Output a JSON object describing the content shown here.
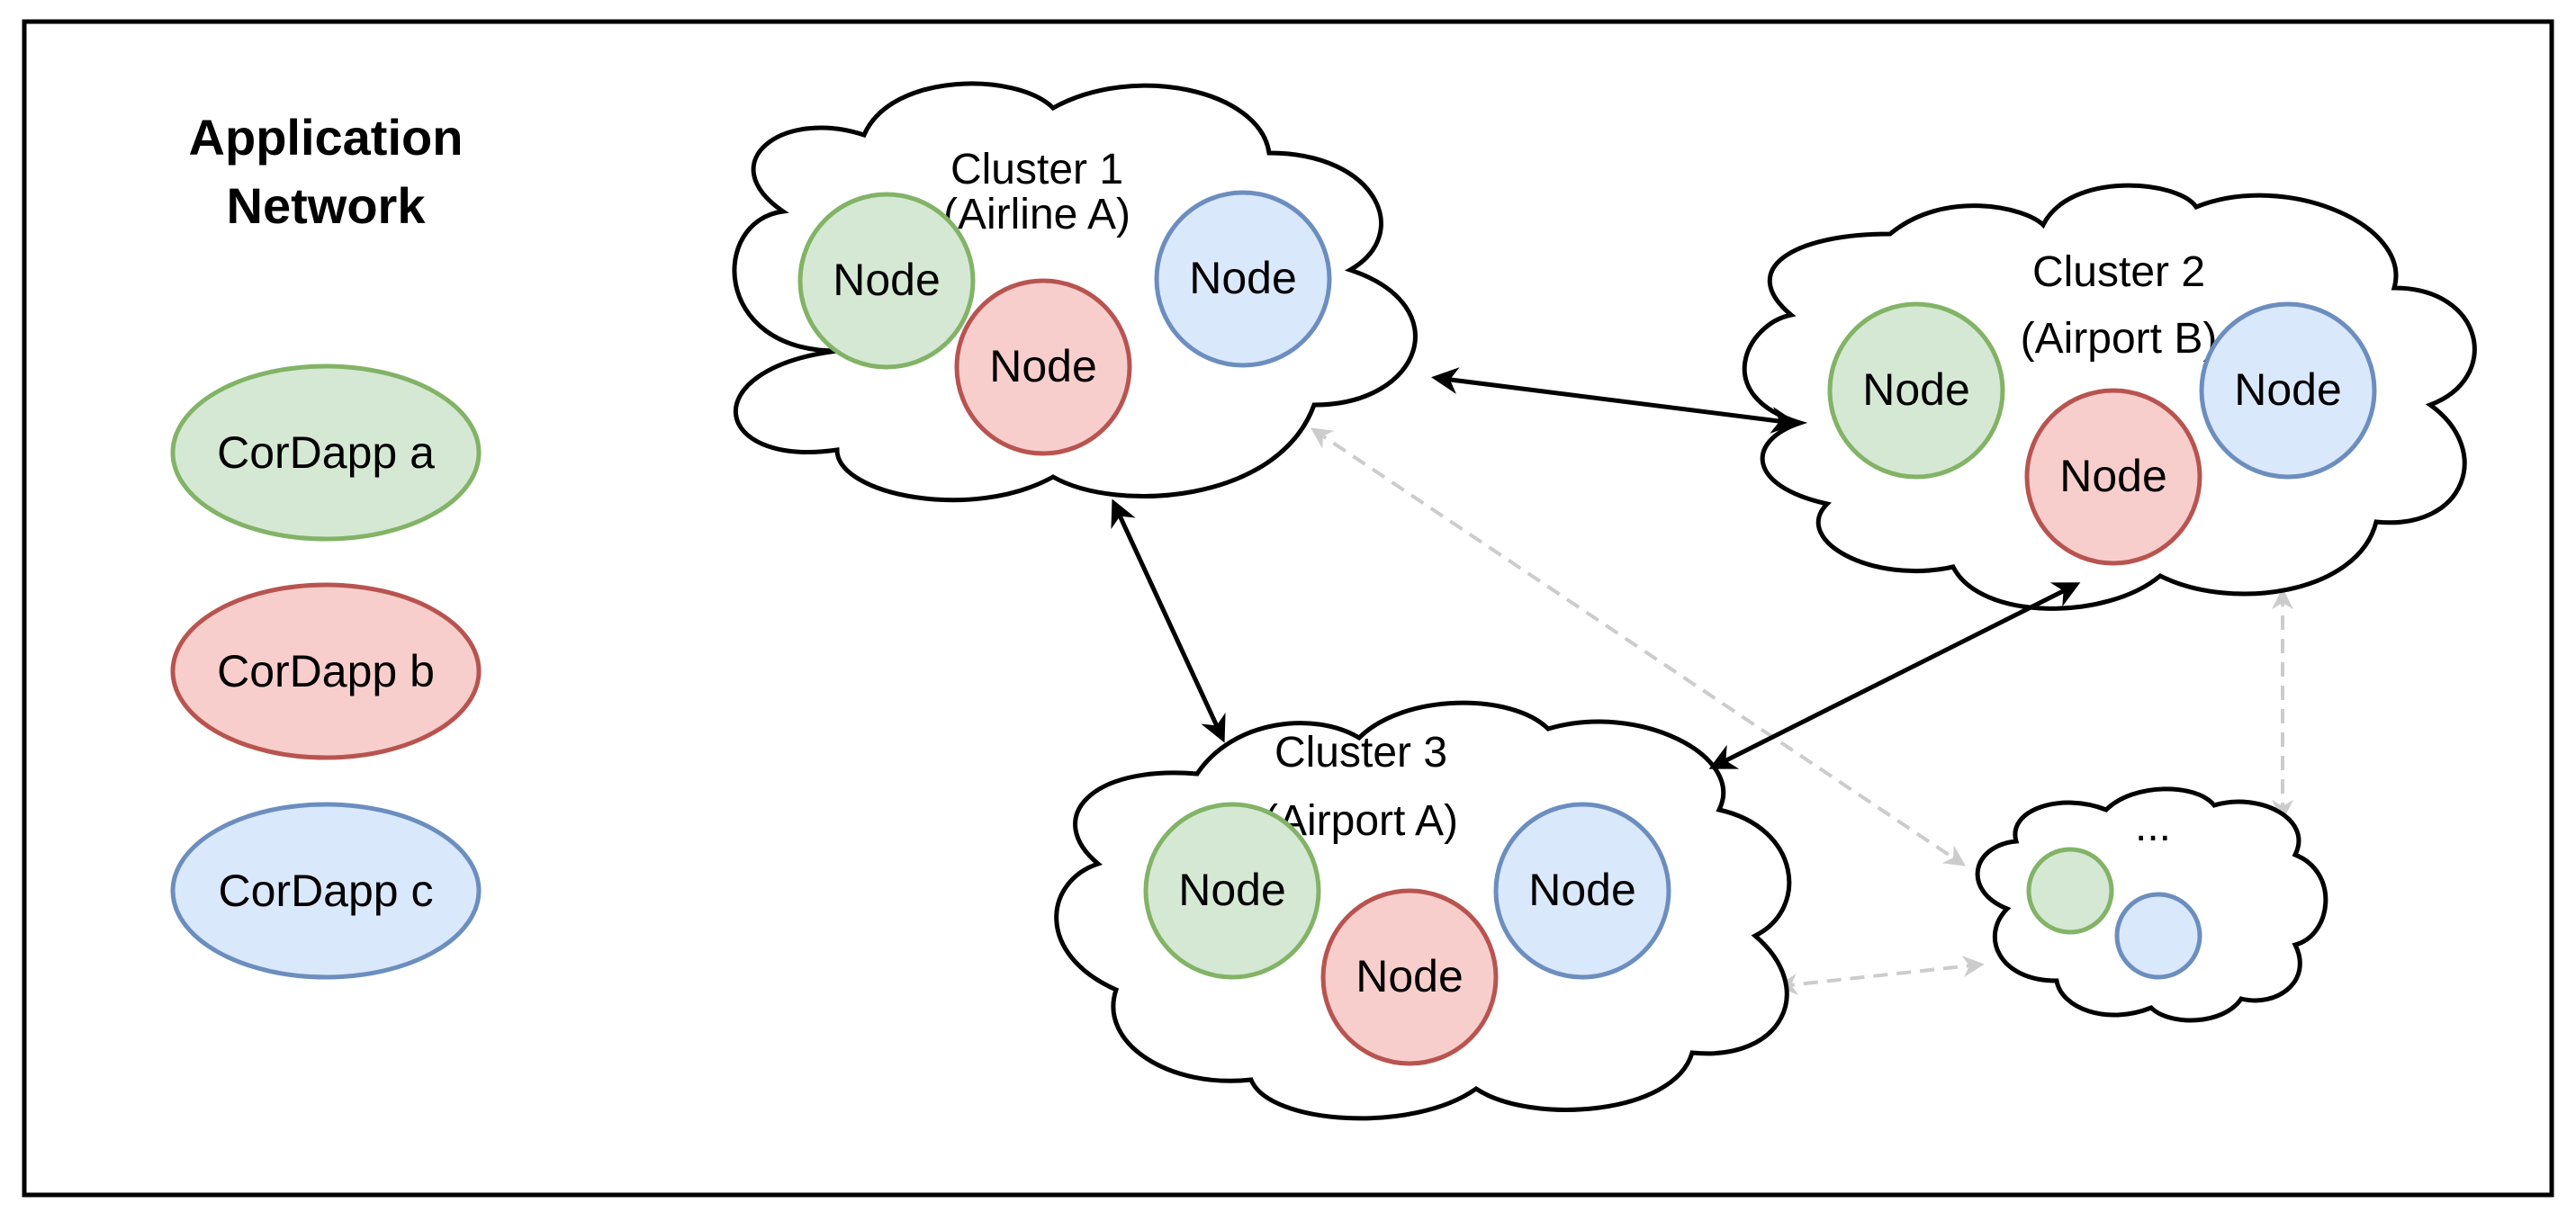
{
  "legend": {
    "title_line1": "Application",
    "title_line2": "Network",
    "items": [
      {
        "label": "CorDapp a",
        "fill": "#d5e8d4",
        "stroke": "#82b366"
      },
      {
        "label": "CorDapp b",
        "fill": "#f8cecc",
        "stroke": "#b85450"
      },
      {
        "label": "CorDapp c",
        "fill": "#dae8fc",
        "stroke": "#6c8ebf"
      }
    ]
  },
  "clusters": [
    {
      "line1": "Cluster 1",
      "line2": "(Airline A)",
      "nodes": [
        "Node",
        "Node",
        "Node"
      ]
    },
    {
      "line1": "Cluster 2",
      "line2": "(Airport B)",
      "nodes": [
        "Node",
        "Node",
        "Node"
      ]
    },
    {
      "line1": "Cluster 3",
      "line2": "(Airport A)",
      "nodes": [
        "Node",
        "Node",
        "Node"
      ]
    },
    {
      "line1": "...",
      "line2": "",
      "nodes": []
    }
  ],
  "colors": {
    "border": "#000000",
    "solid_arrow": "#000000",
    "dashed_arrow": "#cccccc"
  }
}
